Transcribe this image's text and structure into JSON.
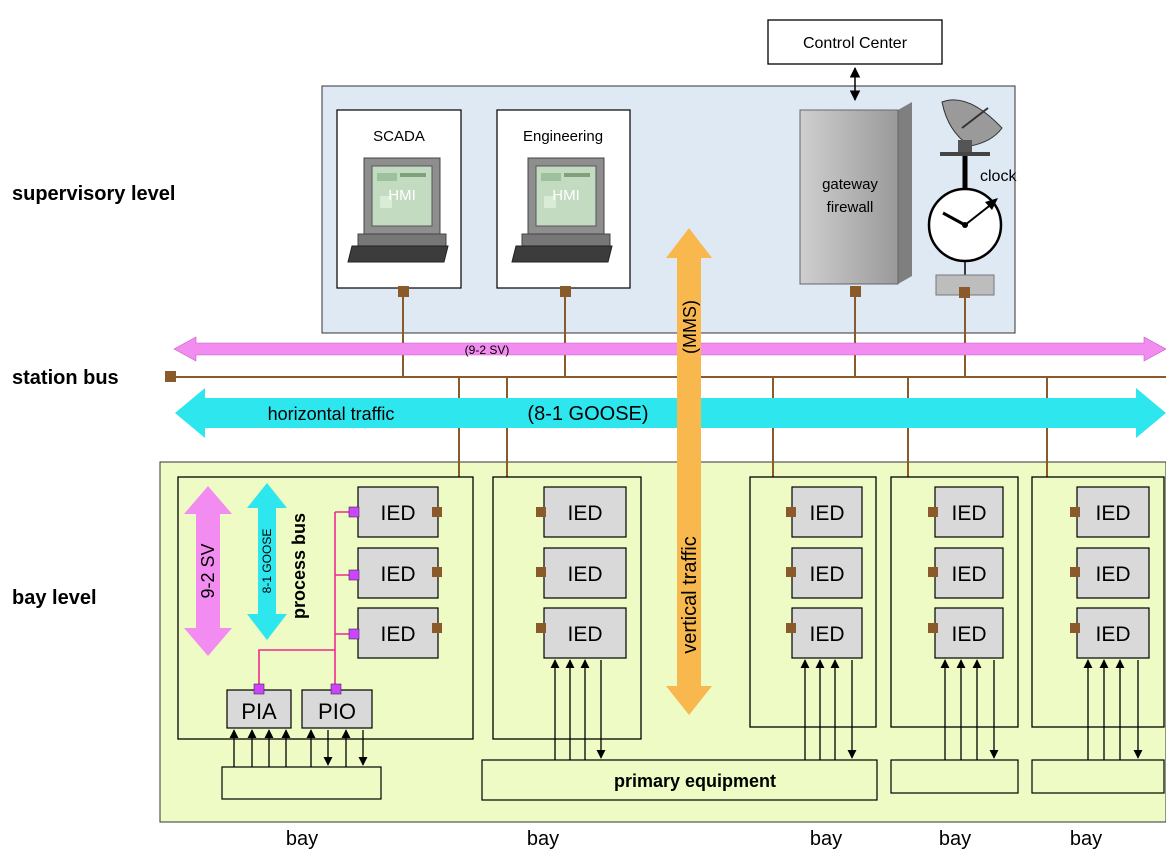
{
  "levels": {
    "supervisory": "supervisory level",
    "station_bus": "station bus",
    "bay": "bay level"
  },
  "control_center": "Control Center",
  "workstations": [
    {
      "title": "SCADA",
      "screen": "HMI"
    },
    {
      "title": "Engineering",
      "screen": "HMI"
    }
  ],
  "gateway": {
    "line1": "gateway",
    "line2": "firewall"
  },
  "clock": "clock",
  "arrows": {
    "sv": "(9-2 SV)",
    "horizontal": "horizontal traffic",
    "goose": "(8-1 GOOSE)",
    "mms": "(MMS)",
    "vertical": "vertical traffic",
    "bay_sv": "9-2 SV",
    "bay_goose": "8-1 GOOSE",
    "process_bus": "process bus"
  },
  "ied_label": "IED",
  "pia": "PIA",
  "pio": "PIO",
  "primary_equipment": "primary equipment",
  "bay_labels": [
    "bay",
    "bay",
    "bay",
    "bay",
    "bay"
  ],
  "colors": {
    "station_fill": "#dfe9f4",
    "bay_fill": "#eefbc4",
    "bus_brown": "#8b5a2b",
    "sv_pink": "#f28cf0",
    "goose_cyan": "#2ee6ee",
    "mms_orange": "#f8b84e",
    "process_magenta": "#ee2a8c"
  }
}
